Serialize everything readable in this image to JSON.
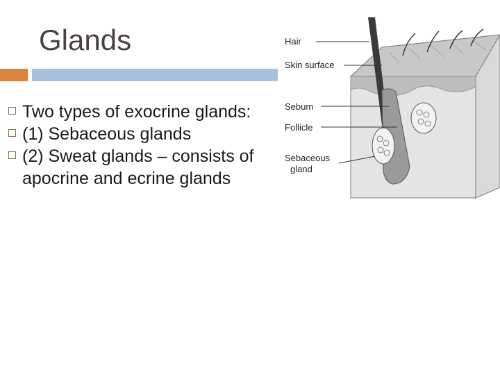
{
  "slide": {
    "title": "Glands",
    "bullets": [
      "Two types of exocrine glands:",
      "(1) Sebaceous glands",
      "(2) Sweat glands – consists of apocrine and ecrine glands"
    ]
  },
  "diagram": {
    "labels": {
      "hair": "Hair",
      "skin_surface": "Skin surface",
      "sebum": "Sebum",
      "follicle": "Follicle",
      "sebaceous_line1": "Sebaceous",
      "sebaceous_line2": "gland"
    }
  },
  "colors": {
    "accent_orange": "#d9833f",
    "accent_blue": "#a8c0dc",
    "title_color": "#4a4242",
    "bullet_marker": "#8a6b4a"
  }
}
